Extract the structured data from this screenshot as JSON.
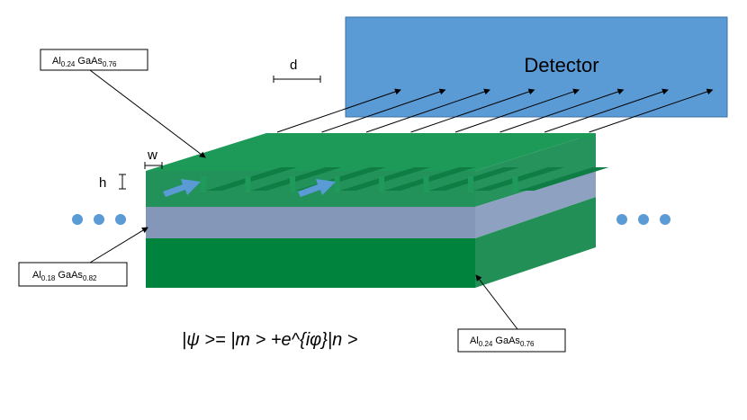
{
  "colors": {
    "detector_fill": "#5b9bd5",
    "detector_stroke": "#3f72a8",
    "green_dark": "#00843d",
    "green_top": "#1e9a58",
    "green_grating": "#0f7e45",
    "green_side": "#22905a",
    "barrier_front": "#8497b8",
    "barrier_side": "#8ea1c0",
    "arrow_blue": "#5b9bd5",
    "dot_blue": "#5b9bd5"
  },
  "detector": {
    "label": "Detector"
  },
  "dimensions": {
    "d": "d",
    "w": "w",
    "h": "h"
  },
  "equation": {
    "text": "|ψ >= |m > +e^{iφ}|n >"
  },
  "labels": {
    "top_left": {
      "base1": "Al",
      "sub1": "0.24",
      "base2": " GaAs",
      "sub2": "0.76"
    },
    "bottom_left": {
      "base1": "Al",
      "sub1": "0.18",
      "base2": " GaAs",
      "sub2": "0.82"
    },
    "bottom_right": {
      "base1": "Al",
      "sub1": "0.24",
      "base2": " GaAs",
      "sub2": "0.76"
    }
  }
}
